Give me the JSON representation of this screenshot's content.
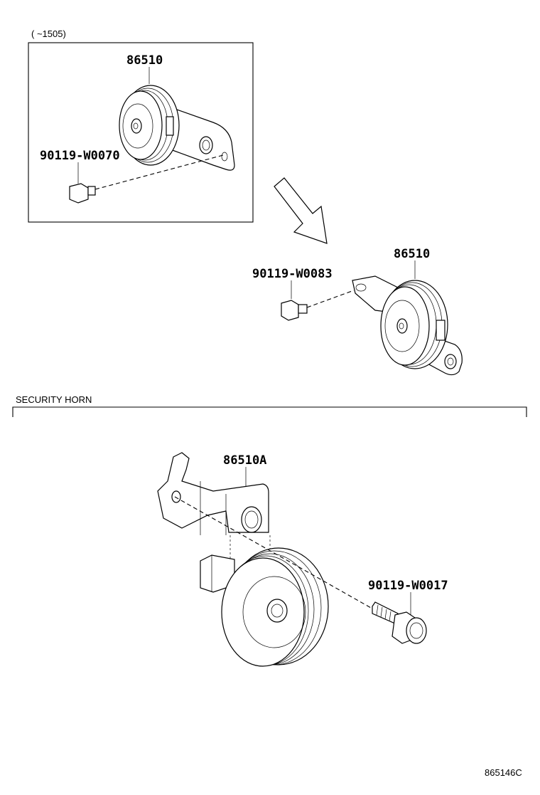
{
  "inset": {
    "date_range": "(     ~1505)",
    "horn_part_no": "86510",
    "bolt_part_no": "90119-W0070"
  },
  "upper_assembly": {
    "horn_part_no": "86510",
    "bolt_part_no": "90119-W0083"
  },
  "security_horn": {
    "section_title": "SECURITY HORN",
    "horn_part_no": "86510A",
    "bolt_part_no": "90119-W0017"
  },
  "diagram_id": "865146C"
}
